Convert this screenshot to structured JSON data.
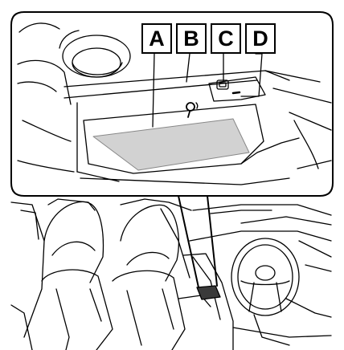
{
  "callouts": {
    "a": "A",
    "b": "B",
    "c": "C",
    "d": "D"
  },
  "colors": {
    "line": "#000000",
    "pad_fill": "#d2d2d2",
    "background": "#ffffff"
  },
  "icons": {
    "charger_symbol": "wireless-charging-icon",
    "button": "charger-power-button-icon",
    "indicator": "operation-indicator-lamp-icon"
  }
}
